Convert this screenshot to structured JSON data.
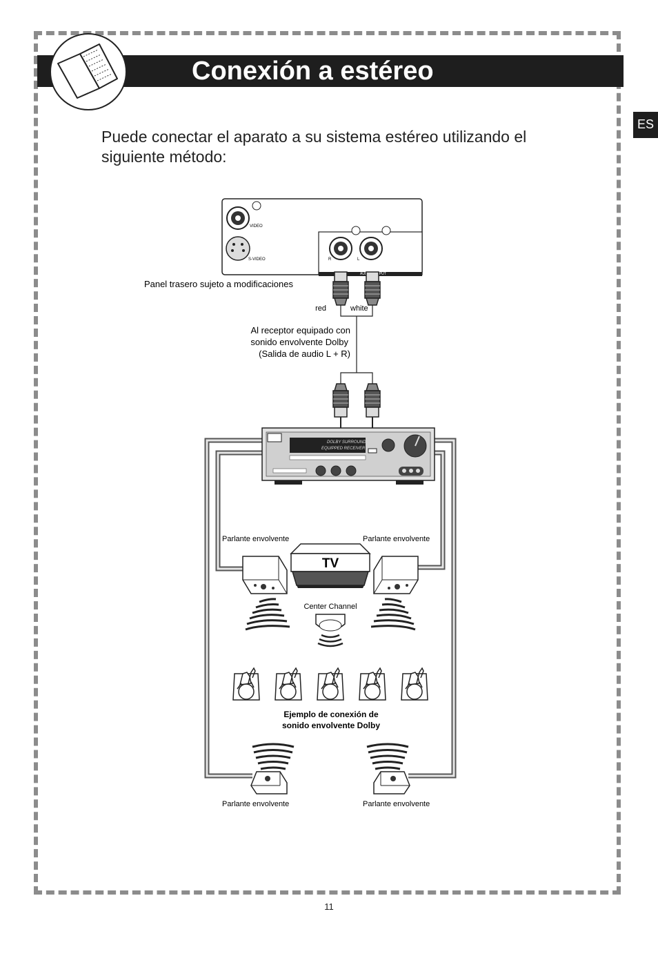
{
  "header": {
    "title": "Conexión a estéreo"
  },
  "lang_tab": "ES",
  "intro": "Puede conectar el aparato a su sistema estéreo utilizando el siguiente método:",
  "panel": {
    "jack_video": "VIDEO",
    "jack_svideo": "S-VIDEO",
    "jack_r": "R",
    "jack_l": "L",
    "audio_output": "AUDIO OUTPUT",
    "caption": "Panel trasero sujeto a modificaciones"
  },
  "cable": {
    "red": "red",
    "white": "white"
  },
  "receiver_note": [
    "Al receptor equipado con",
    "sonido envolvente Dolby",
    "(Salida de audio L + R)"
  ],
  "receiver_display": [
    "DOLBY SURROUND",
    "EQUIPPED RECEIVER"
  ],
  "speakers": {
    "front_left": "Parlante envolvente",
    "front_right": "Parlante envolvente",
    "rear_left": "Parlante envolvente",
    "rear_right": "Parlante envolvente",
    "center": "Center Channel"
  },
  "tv_label": "TV",
  "example_caption": [
    "Ejemplo de conexión de",
    "sonido envolvente Dolby"
  ],
  "page_number": "11",
  "colors": {
    "title_bar": "#1e1e1e",
    "frame": "#8c8c8c"
  }
}
